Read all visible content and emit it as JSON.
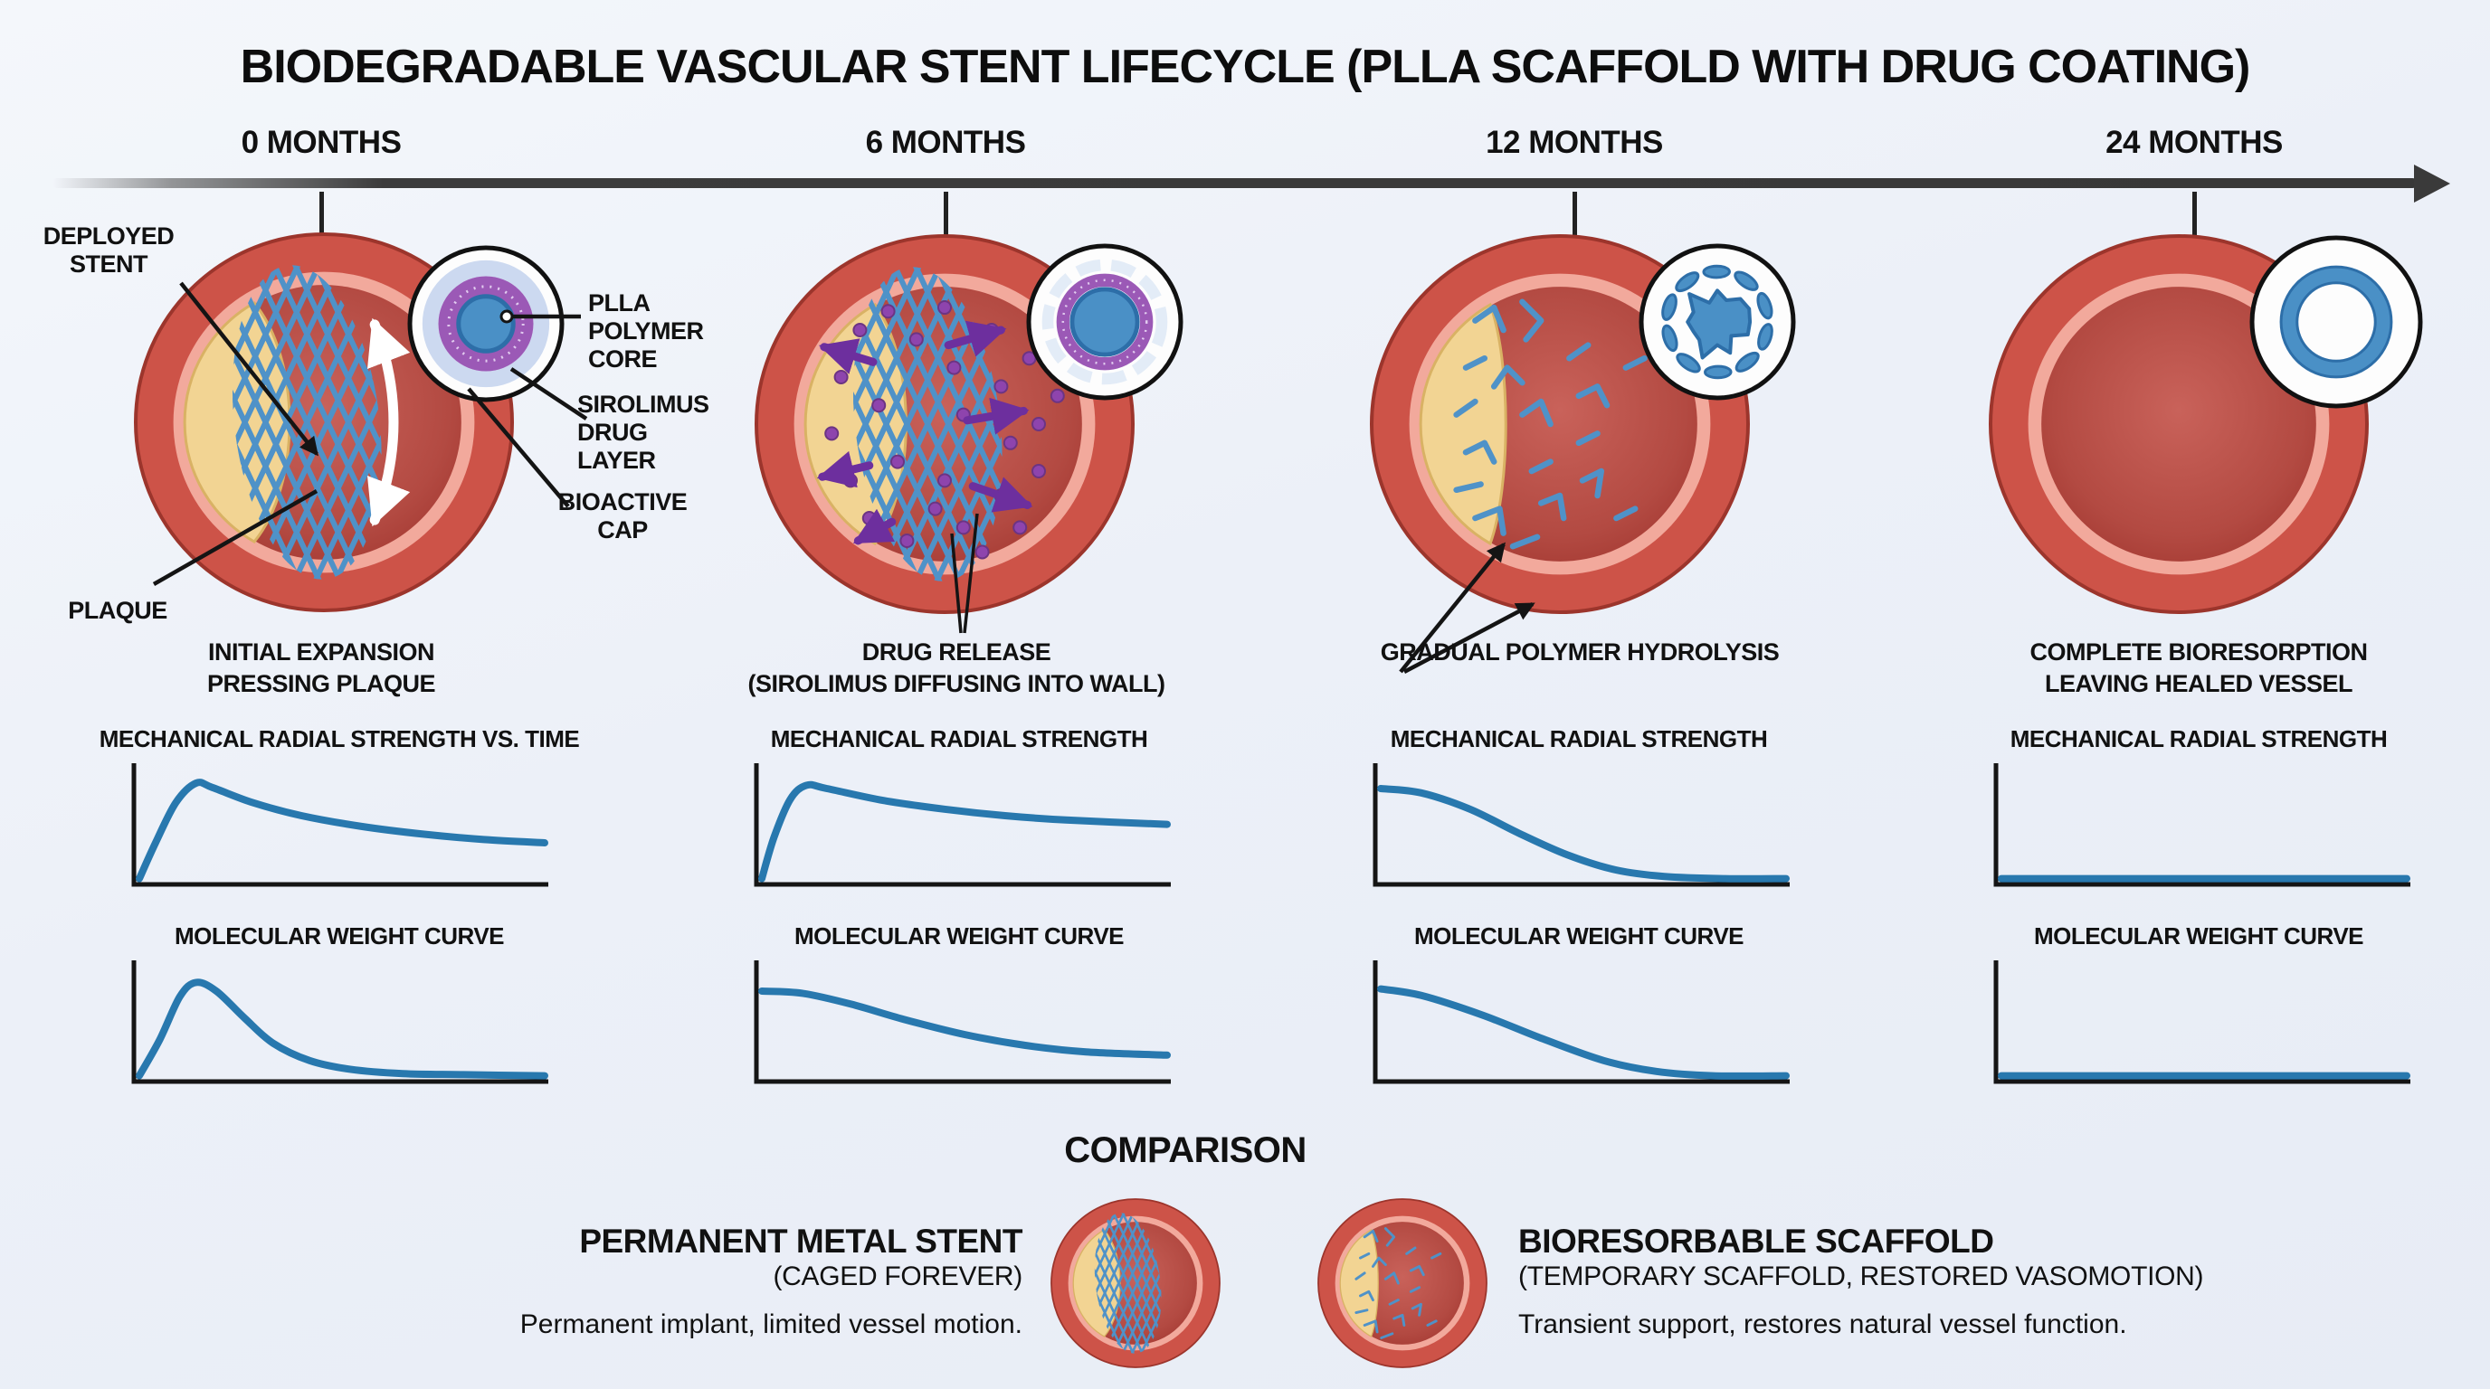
{
  "title": "BIODEGRADABLE VASCULAR STENT LIFECYCLE (PLLA SCAFFOLD WITH DRUG COATING)",
  "timeline": {
    "months": [
      "0 MONTHS",
      "6 MONTHS",
      "12 MONTHS",
      "24 MONTHS"
    ]
  },
  "stage1_labels": {
    "deployed_stent": "DEPLOYED STENT",
    "plaque": "PLAQUE",
    "plla_core": "PLLA POLYMER CORE",
    "drug_layer": "SIROLIMUS DRUG LAYER",
    "bioactive_cap": "BIOACTIVE CAP"
  },
  "stages": [
    {
      "caption1": "INITIAL EXPANSION",
      "caption2": "PRESSING PLAQUE",
      "chart1_title": "MECHANICAL RADIAL STRENGTH VS. TIME",
      "chart2_title": "MOLECULAR WEIGHT CURVE"
    },
    {
      "caption1": "DRUG RELEASE",
      "caption2": "(SIROLIMUS DIFFUSING INTO WALL)",
      "chart1_title": "MECHANICAL RADIAL STRENGTH",
      "chart2_title": "MOLECULAR WEIGHT CURVE"
    },
    {
      "caption1": "GRADUAL POLYMER HYDROLYSIS",
      "caption2": "",
      "chart1_title": "MECHANICAL RADIAL STRENGTH",
      "chart2_title": "MOLECULAR WEIGHT CURVE"
    },
    {
      "caption1": "COMPLETE BIORESORPTION",
      "caption2": "LEAVING HEALED VESSEL",
      "chart1_title": "MECHANICAL RADIAL STRENGTH",
      "chart2_title": "MOLECULAR WEIGHT CURVE"
    }
  ],
  "chart_data": [
    {
      "stage": "0 MONTHS",
      "charts": [
        {
          "title": "MECHANICAL RADIAL STRENGTH VS. TIME",
          "type": "line",
          "x_axis": "time",
          "y_axis": "radial strength",
          "ticks": "none",
          "shape": [
            [
              0,
              0.02
            ],
            [
              0.04,
              0.35
            ],
            [
              0.09,
              0.72
            ],
            [
              0.14,
              0.9
            ],
            [
              0.18,
              0.86
            ],
            [
              0.28,
              0.72
            ],
            [
              0.4,
              0.6
            ],
            [
              0.55,
              0.5
            ],
            [
              0.7,
              0.43
            ],
            [
              0.85,
              0.38
            ],
            [
              1,
              0.35
            ]
          ]
        },
        {
          "title": "MOLECULAR WEIGHT CURVE",
          "type": "line",
          "x_axis": "time",
          "y_axis": "molecular weight",
          "ticks": "none",
          "shape": [
            [
              0,
              0.02
            ],
            [
              0.05,
              0.35
            ],
            [
              0.1,
              0.75
            ],
            [
              0.14,
              0.88
            ],
            [
              0.19,
              0.8
            ],
            [
              0.26,
              0.55
            ],
            [
              0.33,
              0.32
            ],
            [
              0.42,
              0.16
            ],
            [
              0.52,
              0.08
            ],
            [
              0.65,
              0.04
            ],
            [
              0.8,
              0.03
            ],
            [
              1,
              0.02
            ]
          ]
        }
      ]
    },
    {
      "stage": "6 MONTHS",
      "charts": [
        {
          "title": "MECHANICAL RADIAL STRENGTH",
          "type": "line",
          "x_axis": "time",
          "y_axis": "radial strength",
          "ticks": "none",
          "shape": [
            [
              0,
              0.02
            ],
            [
              0.03,
              0.4
            ],
            [
              0.07,
              0.75
            ],
            [
              0.11,
              0.88
            ],
            [
              0.16,
              0.85
            ],
            [
              0.3,
              0.74
            ],
            [
              0.45,
              0.66
            ],
            [
              0.6,
              0.6
            ],
            [
              0.75,
              0.56
            ],
            [
              1,
              0.52
            ]
          ]
        },
        {
          "title": "MOLECULAR WEIGHT CURVE",
          "type": "line",
          "x_axis": "time",
          "y_axis": "molecular weight",
          "ticks": "none",
          "shape": [
            [
              0,
              0.8
            ],
            [
              0.1,
              0.78
            ],
            [
              0.22,
              0.68
            ],
            [
              0.35,
              0.54
            ],
            [
              0.5,
              0.4
            ],
            [
              0.65,
              0.3
            ],
            [
              0.8,
              0.24
            ],
            [
              1,
              0.21
            ]
          ]
        }
      ]
    },
    {
      "stage": "12 MONTHS",
      "charts": [
        {
          "title": "MECHANICAL RADIAL STRENGTH",
          "type": "line",
          "x_axis": "time",
          "y_axis": "radial strength",
          "ticks": "none",
          "shape": [
            [
              0,
              0.85
            ],
            [
              0.1,
              0.81
            ],
            [
              0.22,
              0.66
            ],
            [
              0.34,
              0.44
            ],
            [
              0.46,
              0.24
            ],
            [
              0.58,
              0.1
            ],
            [
              0.7,
              0.04
            ],
            [
              0.85,
              0.02
            ],
            [
              1,
              0.02
            ]
          ]
        },
        {
          "title": "MOLECULAR WEIGHT CURVE",
          "type": "line",
          "x_axis": "time",
          "y_axis": "molecular weight",
          "ticks": "none",
          "shape": [
            [
              0,
              0.82
            ],
            [
              0.1,
              0.76
            ],
            [
              0.25,
              0.58
            ],
            [
              0.4,
              0.36
            ],
            [
              0.55,
              0.16
            ],
            [
              0.68,
              0.06
            ],
            [
              0.82,
              0.02
            ],
            [
              1,
              0.02
            ]
          ]
        }
      ]
    },
    {
      "stage": "24 MONTHS",
      "charts": [
        {
          "title": "MECHANICAL RADIAL STRENGTH",
          "type": "line",
          "x_axis": "time",
          "y_axis": "radial strength",
          "ticks": "none",
          "shape": [
            [
              0,
              0.02
            ],
            [
              1,
              0.02
            ]
          ]
        },
        {
          "title": "MOLECULAR WEIGHT CURVE",
          "type": "line",
          "x_axis": "time",
          "y_axis": "molecular weight",
          "ticks": "none",
          "shape": [
            [
              0,
              0.02
            ],
            [
              1,
              0.02
            ]
          ]
        }
      ]
    }
  ],
  "comparison": {
    "heading": "COMPARISON",
    "left": {
      "title": "PERMANENT METAL STENT",
      "subtitle": "(CAGED FOREVER)",
      "body": "Permanent implant, limited vessel motion."
    },
    "right": {
      "title": "BIORESORBABLE SCAFFOLD",
      "subtitle": "(TEMPORARY SCAFFOLD, RESTORED VASOMOTION)",
      "body": "Transient support, restores natural vessel function."
    }
  },
  "colors": {
    "background": "#edf1f7",
    "text": "#111111",
    "curve_blue": "#2878ae",
    "axis": "#151515",
    "vessel_outer": "#cd5348",
    "vessel_wall_light": "#f2a99c",
    "lumen_red": "#b04036",
    "plaque_yellow": "#f2d493",
    "stent_blue": "#4f92c8",
    "drug_purple": "#8e44ad",
    "inset_cap_blue": "#ccd9f0",
    "inset_core_blue": "#4a90c6",
    "timeline_gray": "#3c3c3c",
    "arrow_white": "#ffffff"
  }
}
